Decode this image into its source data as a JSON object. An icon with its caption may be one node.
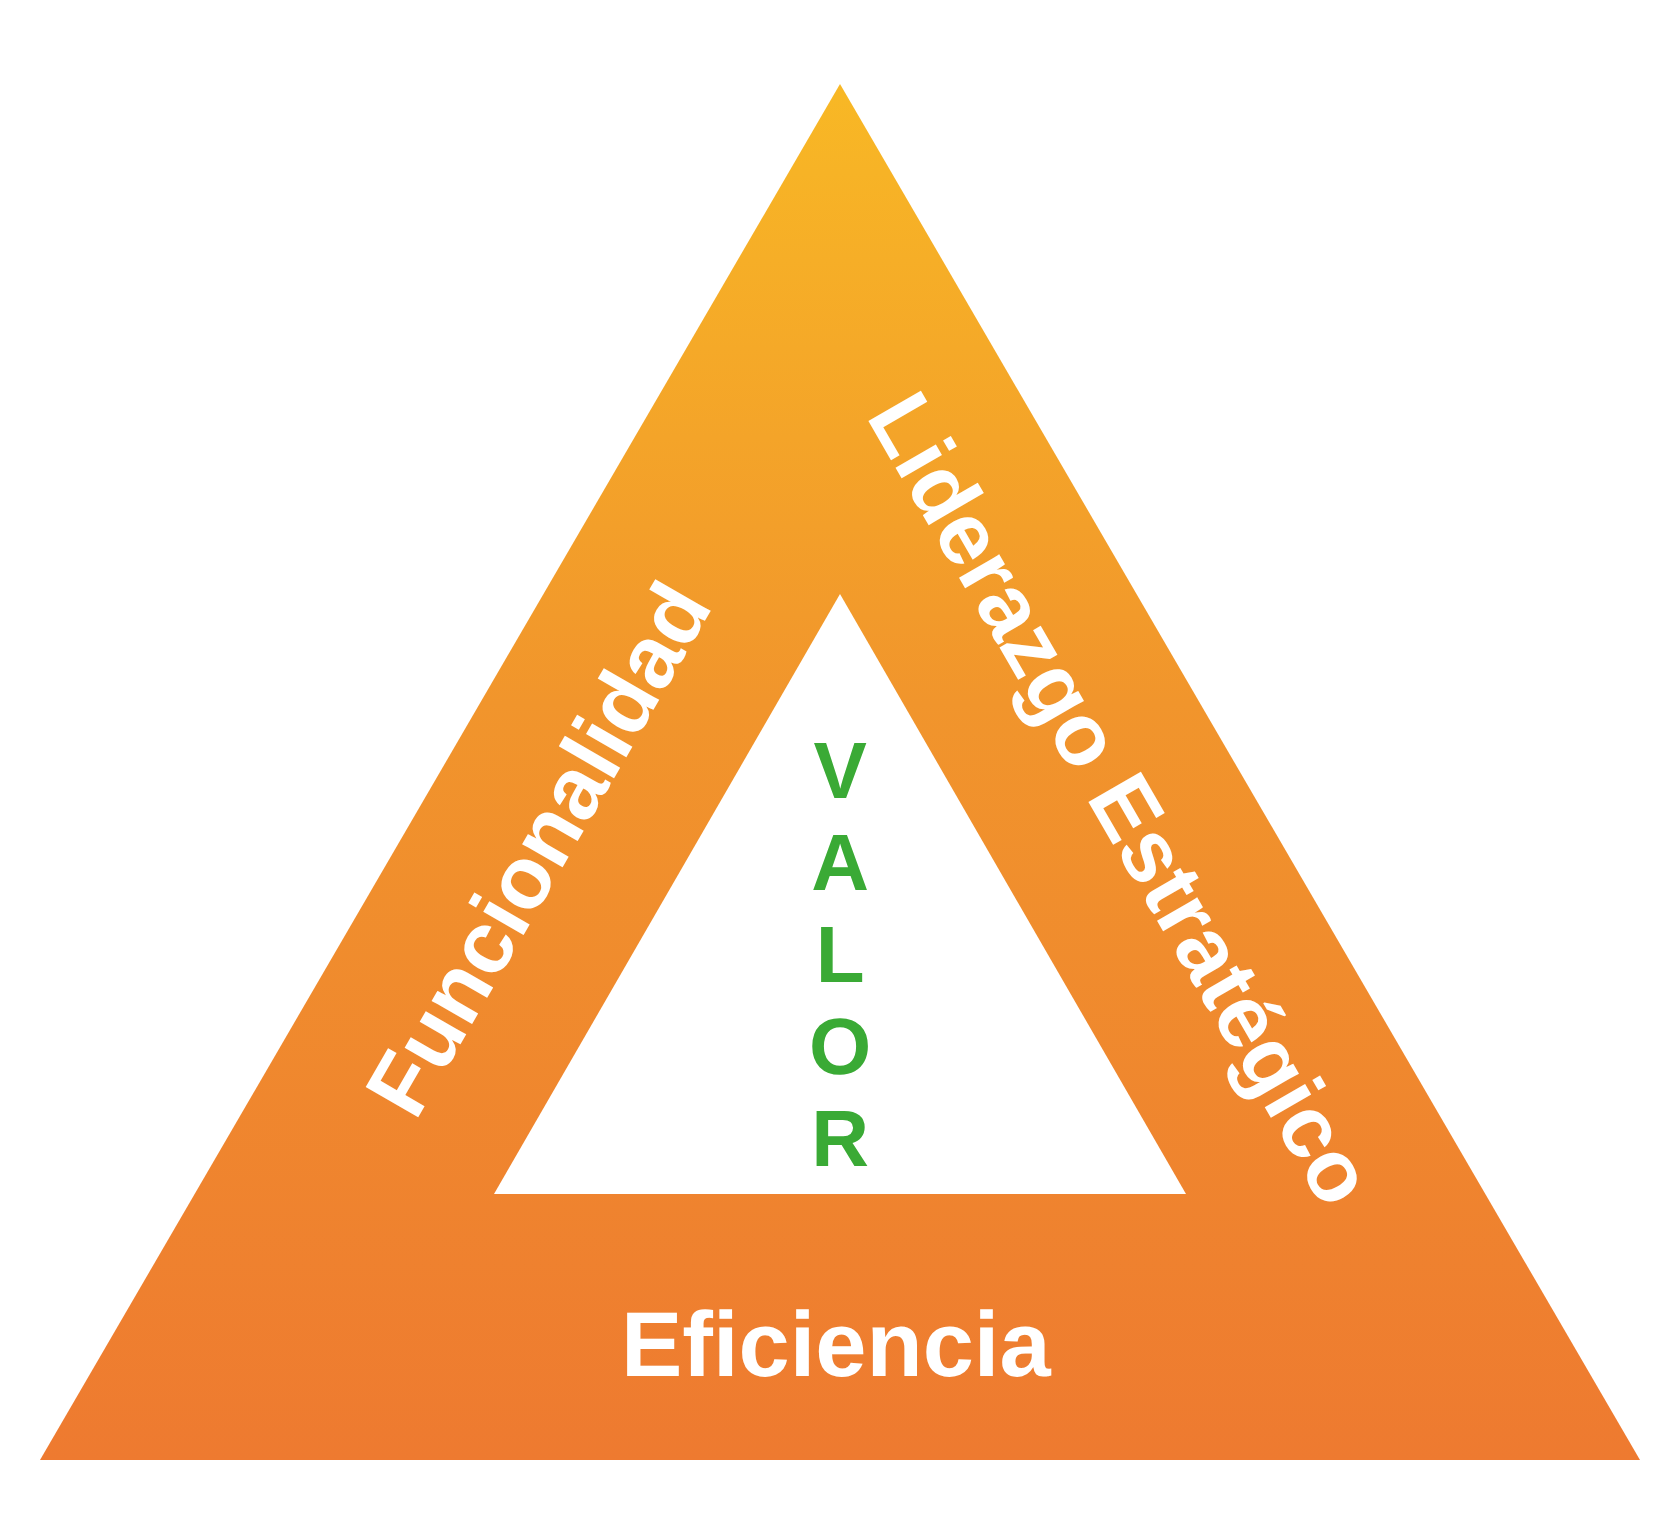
{
  "diagram": {
    "nodes": [
      {
        "text": [
          "Funcionalidad",
          "Liderazgo Estratégico",
          "Eficiencia"
        ]
      },
      {
        "text": [
          "VALOR"
        ],
        "in": 0
      }
    ]
  }
}
